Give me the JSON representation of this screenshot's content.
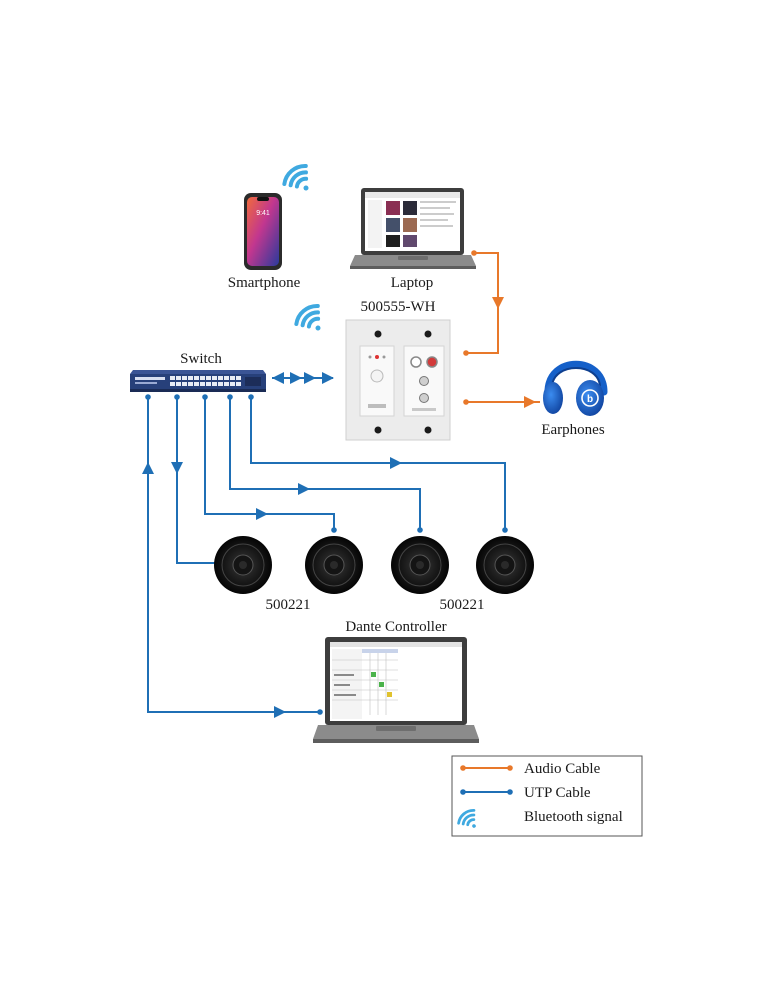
{
  "labels": {
    "smartphone": "Smartphone",
    "laptop": "Laptop",
    "wall_plate": "500555-WH",
    "switch": "Switch",
    "earphones": "Earphones",
    "speaker_group_left": "500221",
    "speaker_group_right": "500221",
    "dante_controller": "Dante Controller"
  },
  "legend": {
    "audio": "Audio Cable",
    "utp": "UTP Cable",
    "bluetooth": "Bluetooth signal"
  },
  "colors": {
    "audio_cable": "#e8782a",
    "utp_cable": "#1f6fb5",
    "bluetooth": "#3fa9e0",
    "earphones": "#1560c9",
    "switch_body": "#27407a"
  },
  "icons": [
    "smartphone-icon",
    "laptop-icon",
    "wall-plate-icon",
    "switch-icon",
    "headphones-icon",
    "speaker-icon",
    "bluetooth-signal-icon"
  ]
}
